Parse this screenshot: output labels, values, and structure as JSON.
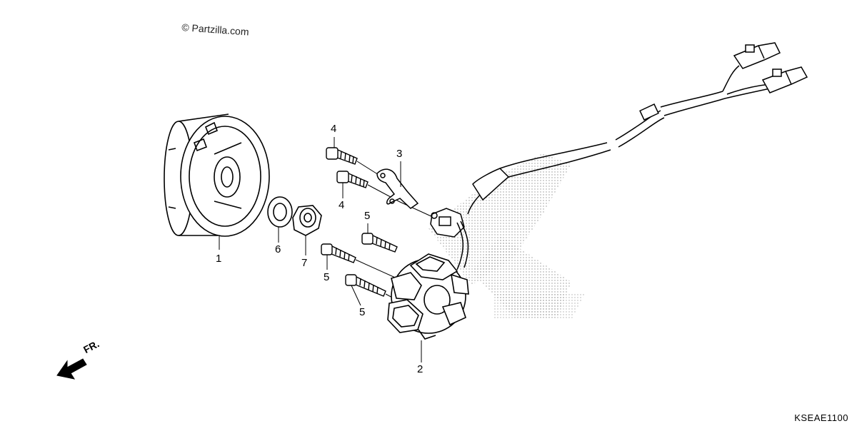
{
  "watermark": "© Partzilla.com",
  "diagram_code": "KSEAE1100",
  "direction_label": "FR.",
  "part_labels": {
    "p1": "1",
    "p2": "2",
    "p3": "3",
    "p4a": "4",
    "p4b": "4",
    "p5a": "5",
    "p5b": "5",
    "p5c": "5",
    "p6": "6",
    "p7": "7"
  },
  "colors": {
    "line": "#000000",
    "background": "#ffffff",
    "stipple": "#8a8a8a"
  }
}
